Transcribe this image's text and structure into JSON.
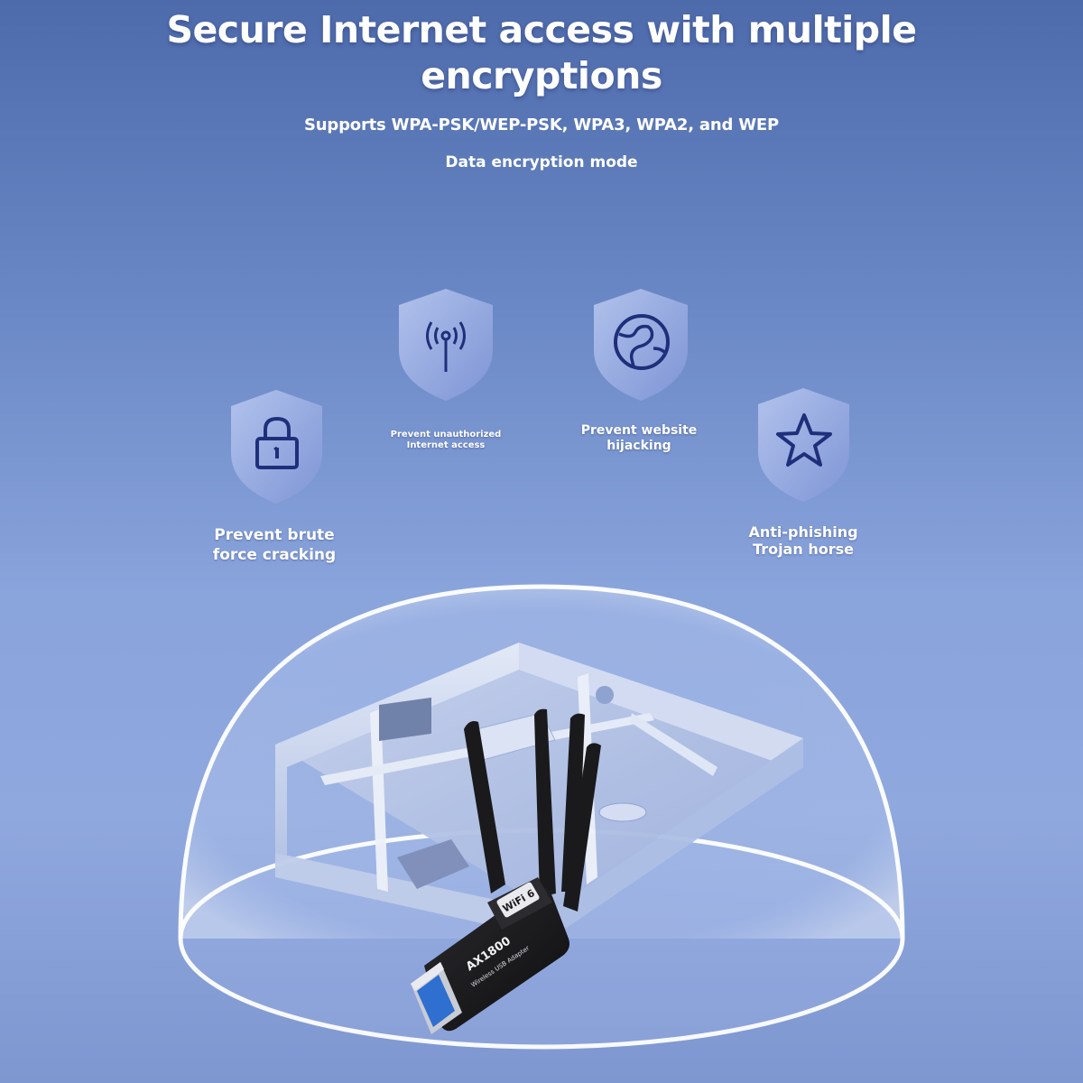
{
  "header": {
    "title_line1": "Secure Internet access with multiple",
    "title_line2": "encryptions",
    "subtitle": "Supports WPA-PSK/WEP-PSK, WPA3, WPA2, and WEP",
    "mode": "Data encryption mode"
  },
  "features": [
    {
      "icon": "lock-icon",
      "line1": "Prevent brute",
      "line2": "force cracking"
    },
    {
      "icon": "antenna-icon",
      "line1": "Prevent unauthorized",
      "line2": "Internet access"
    },
    {
      "icon": "globe-icon",
      "line1": "Prevent website",
      "line2": "hijacking"
    },
    {
      "icon": "star-icon",
      "line1": "Anti-phishing",
      "line2": "Trojan horse"
    }
  ],
  "product": {
    "model": "AX1800",
    "line": "Wireless USB Adapter",
    "badge": "WiFi 6"
  },
  "colors": {
    "background_top": "#4d6aab",
    "background_bottom": "#8fa8de",
    "icon_stroke": "#1f2f7a",
    "dongle": "#1b1b1e",
    "usb_blue": "#2f6fd0"
  }
}
